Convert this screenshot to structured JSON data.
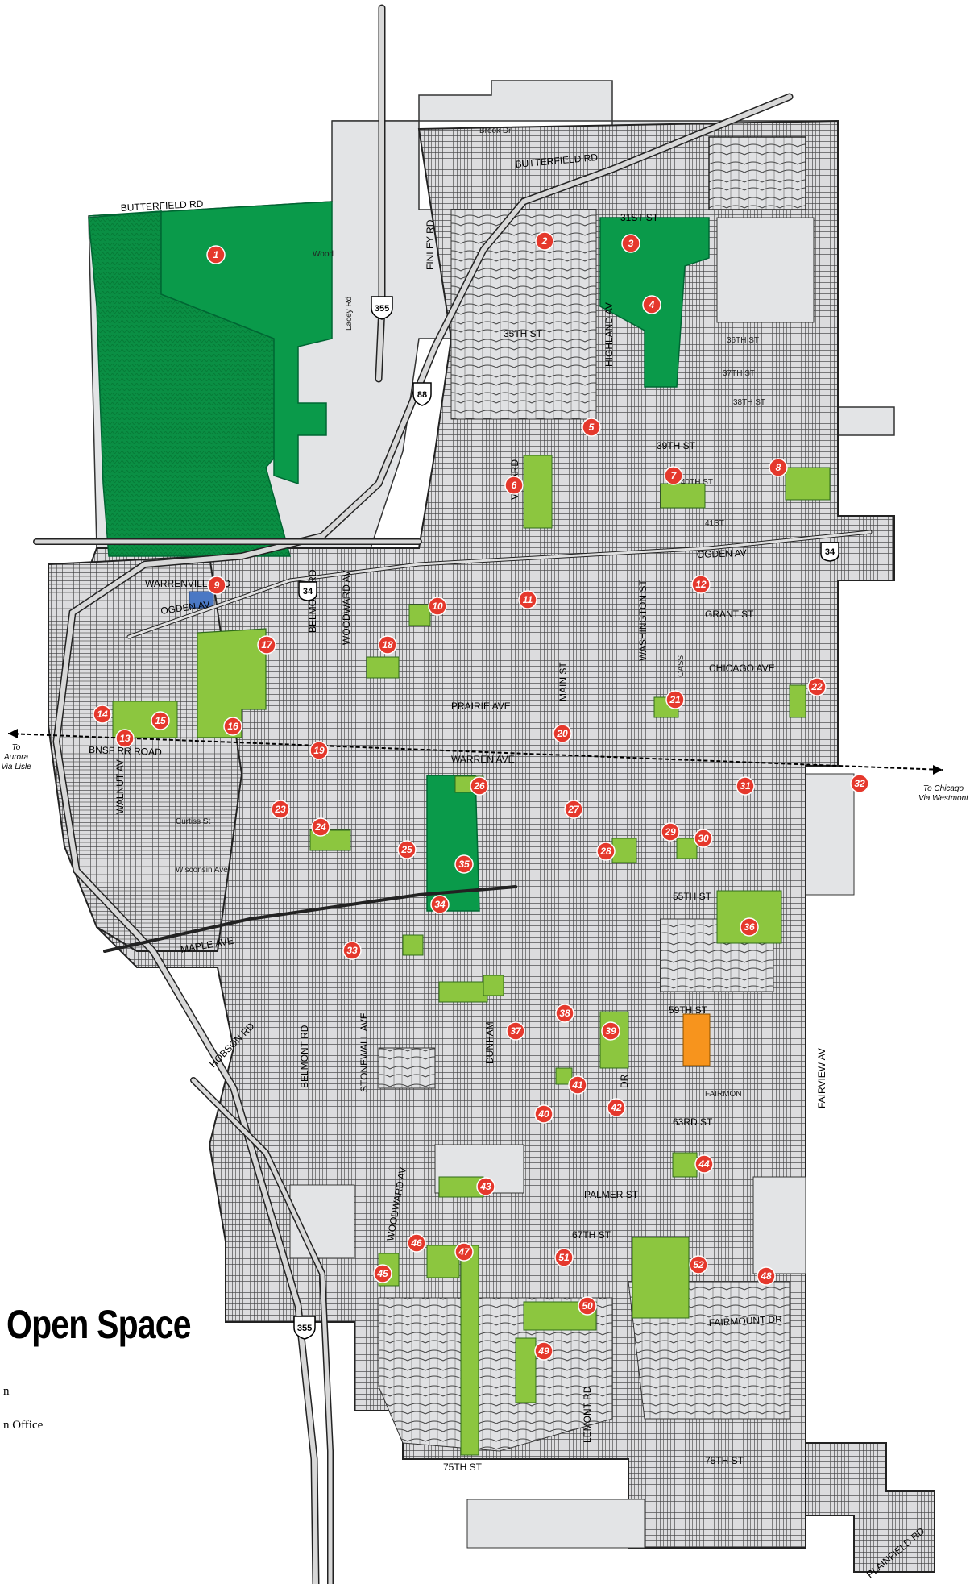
{
  "map": {
    "title": "Open Space",
    "notes": [
      "n",
      "n Office"
    ],
    "directions": {
      "west": "To Aurora\nVia Lisle",
      "east": "To Chicago\nVia Westmont"
    },
    "colors": {
      "park_dark": "#0a9a4a",
      "park_light": "#8cc63f",
      "blue_site": "#4a78c4",
      "orange_site": "#f7941d",
      "block": "#e2e3e5",
      "marker": "#e5382c",
      "road": "#d8d8d8"
    },
    "highways": [
      {
        "id": "i355-north",
        "label": "355"
      },
      {
        "id": "i88",
        "label": "88"
      },
      {
        "id": "us34-west",
        "label": "34"
      },
      {
        "id": "us34-east",
        "label": "34"
      },
      {
        "id": "i355-south",
        "label": "355"
      }
    ],
    "streets": [
      {
        "id": "butterfield-w",
        "label": "BUTTERFIELD RD"
      },
      {
        "id": "butterfield-e",
        "label": "BUTTERFIELD RD"
      },
      {
        "id": "brook-dr",
        "label": "Brook Dr"
      },
      {
        "id": "31st",
        "label": "31ST ST"
      },
      {
        "id": "35th",
        "label": "35TH ST"
      },
      {
        "id": "39th",
        "label": "39TH ST"
      },
      {
        "id": "40th",
        "label": "40TH ST"
      },
      {
        "id": "41st",
        "label": "41ST"
      },
      {
        "id": "ogden-e",
        "label": "OGDEN AV"
      },
      {
        "id": "ogden-w",
        "label": "OGDEN AV"
      },
      {
        "id": "warrenville",
        "label": "WARRENVILLE RD"
      },
      {
        "id": "grant",
        "label": "GRANT ST"
      },
      {
        "id": "chicago",
        "label": "CHICAGO AVE"
      },
      {
        "id": "prairie",
        "label": "PRAIRIE AVE"
      },
      {
        "id": "warren",
        "label": "WARREN AVE"
      },
      {
        "id": "bnsf",
        "label": "BNSF RR ROAD"
      },
      {
        "id": "curtiss",
        "label": "Curtiss St"
      },
      {
        "id": "wisconsin",
        "label": "Wisconsin Ave"
      },
      {
        "id": "maple",
        "label": "MAPLE AVE"
      },
      {
        "id": "55th",
        "label": "55TH ST"
      },
      {
        "id": "59th",
        "label": "59TH ST"
      },
      {
        "id": "63rd",
        "label": "63RD ST"
      },
      {
        "id": "67th",
        "label": "67TH ST"
      },
      {
        "id": "palmer",
        "label": "PALMER ST"
      },
      {
        "id": "75th-w",
        "label": "75TH ST"
      },
      {
        "id": "75th-e",
        "label": "75TH ST"
      },
      {
        "id": "plainfield",
        "label": "PLAINFIELD RD"
      },
      {
        "id": "finley",
        "label": "FINLEY RD"
      },
      {
        "id": "highland",
        "label": "HIGHLAND AV"
      },
      {
        "id": "belmont-n",
        "label": "BELMONT RD"
      },
      {
        "id": "belmont-s",
        "label": "BELMONT RD"
      },
      {
        "id": "woodward-n",
        "label": "WOODWARD AV"
      },
      {
        "id": "woodward-s",
        "label": "WOODWARD AV"
      },
      {
        "id": "stonewall",
        "label": "STONEWALL AVE"
      },
      {
        "id": "walnut",
        "label": "WALNUT AV"
      },
      {
        "id": "fairview",
        "label": "FAIRVIEW AV"
      },
      {
        "id": "lemont",
        "label": "LEMONT RD"
      },
      {
        "id": "dunham",
        "label": "DUNHAM"
      },
      {
        "id": "main",
        "label": "MAIN ST"
      },
      {
        "id": "washington",
        "label": "WASHINGTON ST"
      },
      {
        "id": "dr",
        "label": "DR"
      },
      {
        "id": "hobson",
        "label": "HOBSON RD"
      },
      {
        "id": "venard",
        "label": "VENARD"
      },
      {
        "id": "fairmount",
        "label": "FAIRMOUNT DR"
      },
      {
        "id": "wood",
        "label": "Wood"
      },
      {
        "id": "lacey",
        "label": "Lacey Rd"
      },
      {
        "id": "37th",
        "label": "37TH ST"
      },
      {
        "id": "38th",
        "label": "38TH ST"
      },
      {
        "id": "36th",
        "label": "36TH ST"
      },
      {
        "id": "fairmont",
        "label": "FAIRMONT"
      },
      {
        "id": "cass",
        "label": "CASS"
      }
    ],
    "parks": [
      {
        "num": "1"
      },
      {
        "num": "2"
      },
      {
        "num": "3"
      },
      {
        "num": "4"
      },
      {
        "num": "5"
      },
      {
        "num": "6"
      },
      {
        "num": "7"
      },
      {
        "num": "8"
      },
      {
        "num": "9"
      },
      {
        "num": "10"
      },
      {
        "num": "11"
      },
      {
        "num": "12"
      },
      {
        "num": "13"
      },
      {
        "num": "14"
      },
      {
        "num": "15"
      },
      {
        "num": "16"
      },
      {
        "num": "17"
      },
      {
        "num": "18"
      },
      {
        "num": "19"
      },
      {
        "num": "20"
      },
      {
        "num": "21"
      },
      {
        "num": "22"
      },
      {
        "num": "23"
      },
      {
        "num": "24"
      },
      {
        "num": "25"
      },
      {
        "num": "26"
      },
      {
        "num": "27"
      },
      {
        "num": "28"
      },
      {
        "num": "29"
      },
      {
        "num": "30"
      },
      {
        "num": "31"
      },
      {
        "num": "32"
      },
      {
        "num": "33"
      },
      {
        "num": "34"
      },
      {
        "num": "35"
      },
      {
        "num": "36"
      },
      {
        "num": "37"
      },
      {
        "num": "38"
      },
      {
        "num": "39"
      },
      {
        "num": "40"
      },
      {
        "num": "41"
      },
      {
        "num": "42"
      },
      {
        "num": "43"
      },
      {
        "num": "44"
      },
      {
        "num": "45"
      },
      {
        "num": "46"
      },
      {
        "num": "47"
      },
      {
        "num": "48"
      },
      {
        "num": "49"
      },
      {
        "num": "50"
      },
      {
        "num": "51"
      },
      {
        "num": "52"
      }
    ]
  }
}
